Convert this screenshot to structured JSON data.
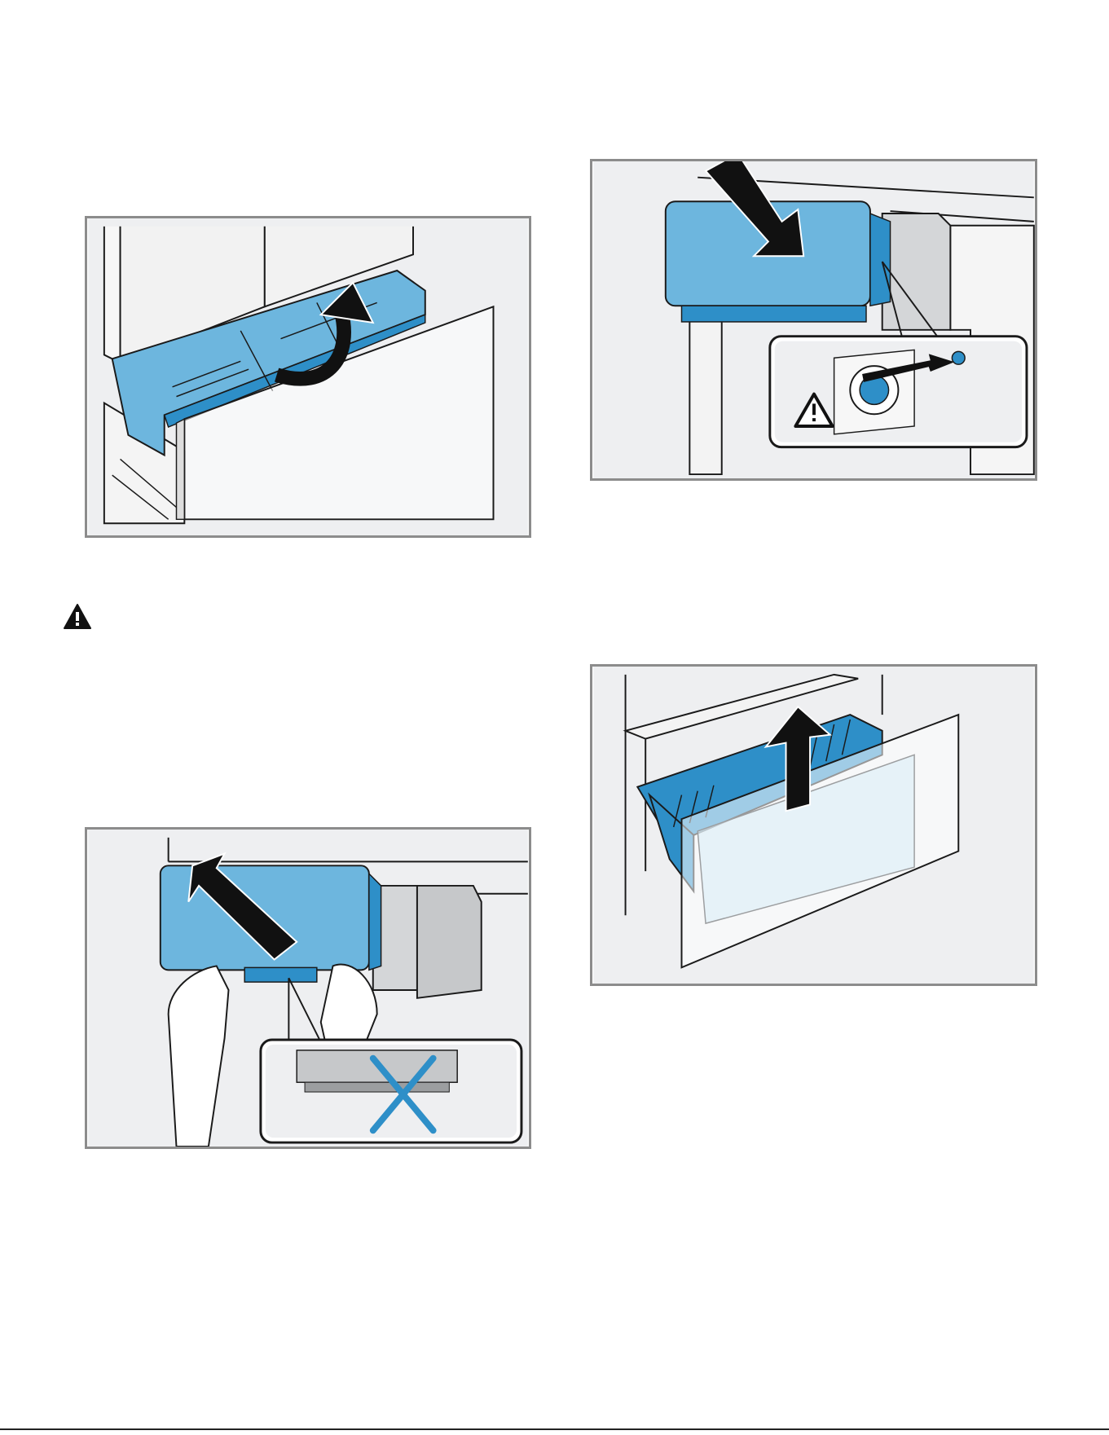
{
  "figures": [
    {
      "id": "fig1",
      "depicts": "shelf-removal",
      "arrow": "curved-up"
    },
    {
      "id": "fig2",
      "depicts": "filter-cover-insert",
      "arrow": "diagonal-down-right",
      "inset_symbol": "warning-icon"
    },
    {
      "id": "fig3",
      "depicts": "filter-cover-removal",
      "arrow": "diagonal-up-left",
      "inset_symbol": "cross-mark-icon"
    },
    {
      "id": "fig4",
      "depicts": "drawer-lift",
      "arrow": "straight-up"
    }
  ],
  "warning": {
    "icon": "warning-icon"
  },
  "colors": {
    "accent_blue": "#6db6de",
    "accent_blue_dark": "#2e8fc8",
    "frame_gray": "#8c8c8c",
    "outline": "#1a1a1a",
    "arrow": "#111111",
    "background_gray": "#eeeff1"
  }
}
